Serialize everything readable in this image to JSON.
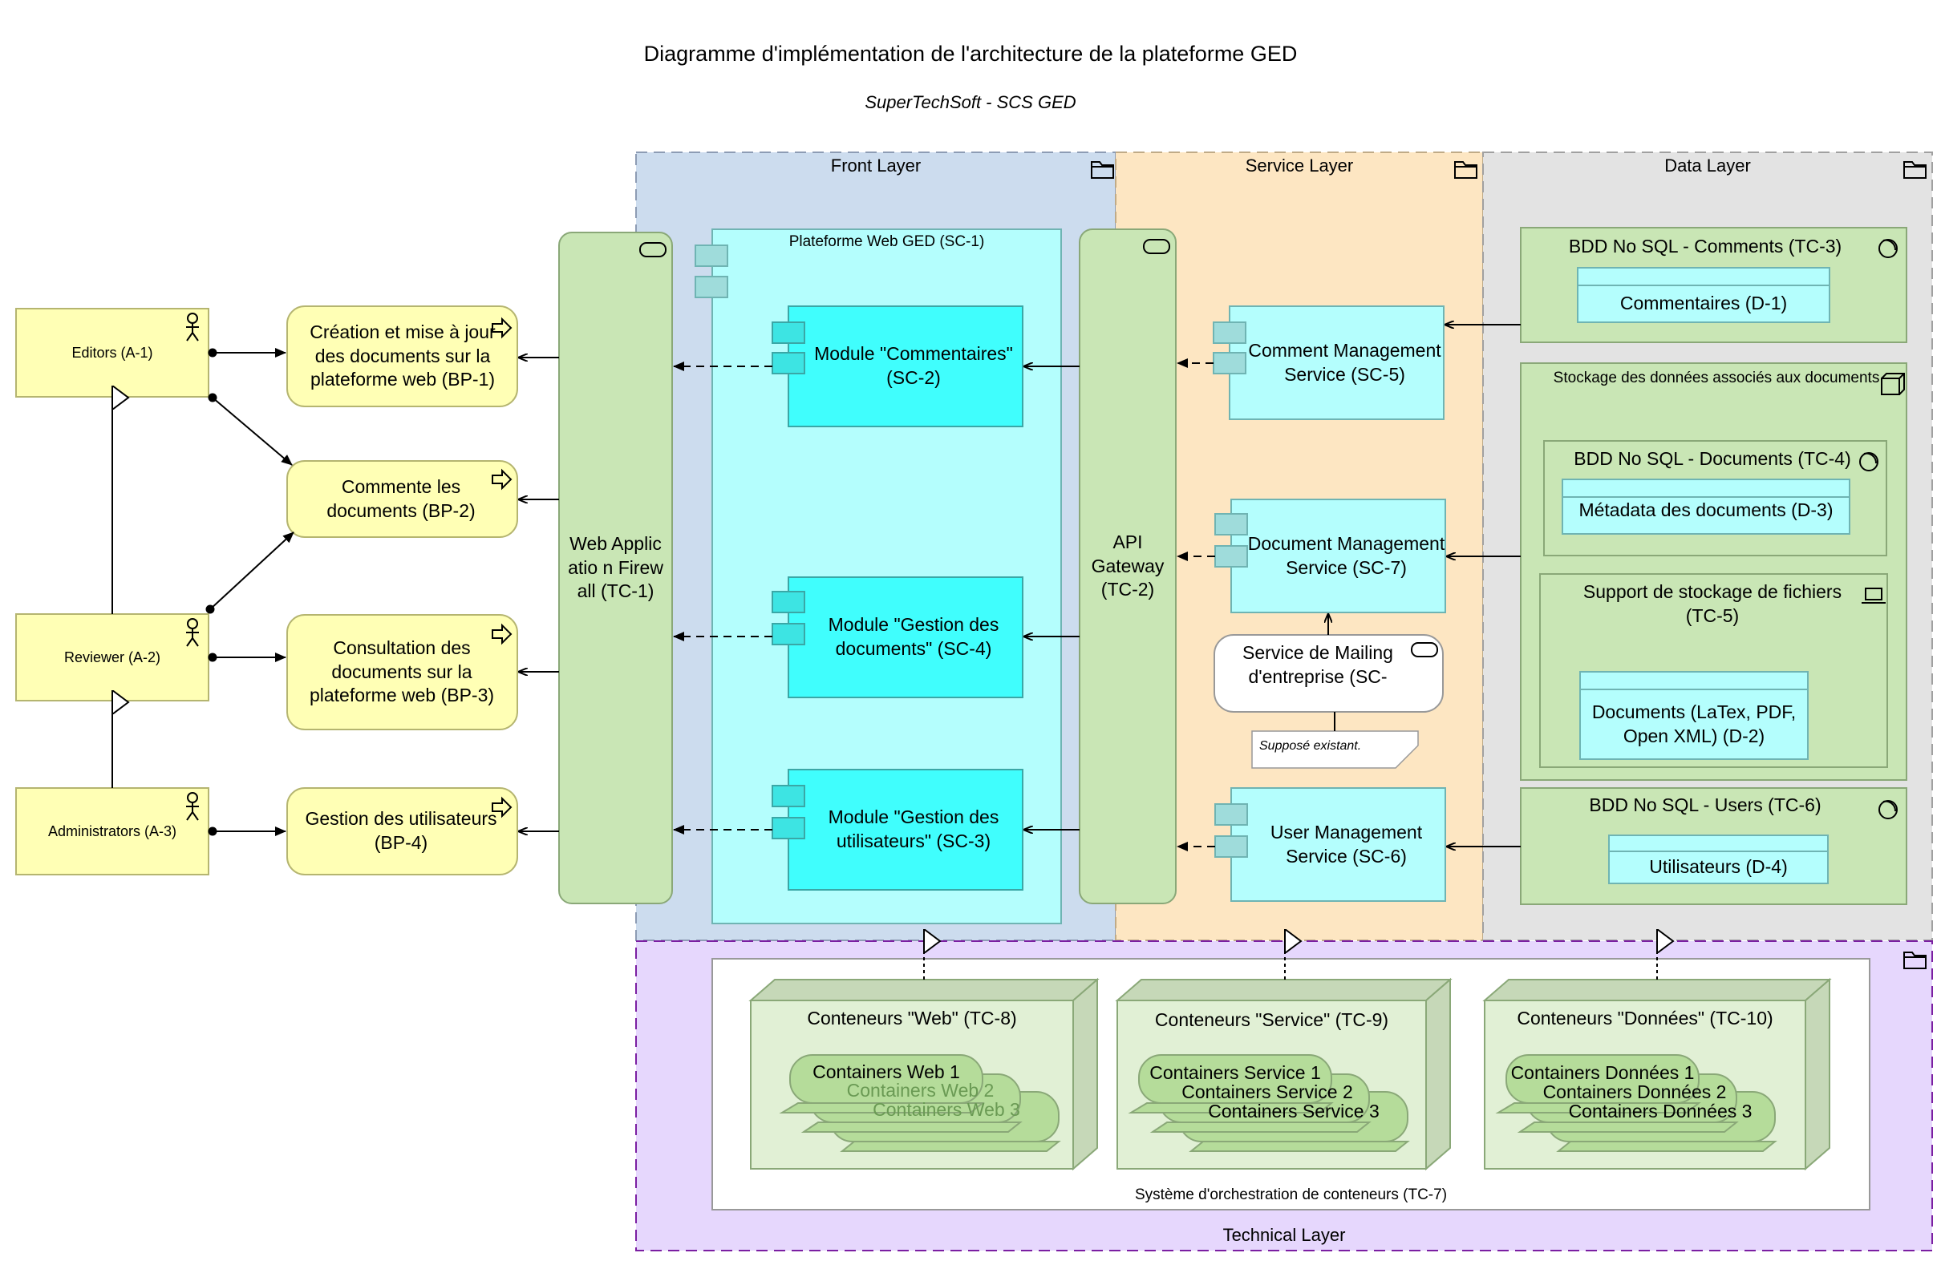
{
  "title": "Diagramme d'implémentation de l'architecture de la plateforme GED",
  "subtitle": "SuperTechSoft - SCS GED",
  "layers": {
    "front": "Front Layer",
    "service": "Service Layer",
    "data": "Data Layer",
    "technical": "Technical Layer"
  },
  "actors": {
    "editors": "Editors (A-1)",
    "reviewer": "Reviewer (A-2)",
    "administrators": "Administrators (A-3)"
  },
  "processes": {
    "bp1": "Création et mise à jour des documents sur la plateforme web (BP-1)",
    "bp2": "Commente les documents (BP-2)",
    "bp3": "Consultation des documents sur la plateforme web (BP-3)",
    "bp4": "Gestion des utilisateurs (BP-4)"
  },
  "front": {
    "waf": "Web Applicatio n Firewall (TC-1)",
    "platform": "Plateforme Web GED (SC-1)",
    "mod_comments": "Module \"Commentaires\" (SC-2)",
    "mod_documents": "Module \"Gestion des documents\" (SC-4)",
    "mod_users": "Module \"Gestion des utilisateurs\" (SC-3)"
  },
  "service": {
    "gateway": "API Gateway (TC-2)",
    "comment_svc": "Comment Management Service (SC-5)",
    "document_svc": "Document Management Service (SC-7)",
    "mailing": "Service de Mailing d'entreprise (SC-",
    "mailing_note": "Supposé existant.",
    "user_svc": "User Management Service (SC-6)"
  },
  "data": {
    "nosql_comments": "BDD No SQL - Comments (TC-3)",
    "comments": "Commentaires (D-1)",
    "storage_group": "Stockage des données associés aux documents",
    "nosql_documents": "BDD No SQL - Documents (TC-4)",
    "metadata": "Métadata des documents (D-3)",
    "file_storage": "Support de stockage de fichiers (TC-5)",
    "documents": "Documents (LaTex, PDF, Open XML) (D-2)",
    "nosql_users": "BDD No SQL - Users (TC-6)",
    "users": "Utilisateurs (D-4)"
  },
  "technical": {
    "orchestration": "Système d'orchestration de conteneurs (TC-7)",
    "web_nodes": "Conteneurs \"Web\" (TC-8)",
    "service_nodes": "Conteneurs \"Service\" (TC-9)",
    "data_nodes": "Conteneurs \"Données\" (TC-10)",
    "web_c1": "Containers Web 1",
    "web_c2": "Containers Web 2",
    "web_c3": "Containers Web 3",
    "svc_c1": "Containers Service 1",
    "svc_c2": "Containers Service 2",
    "svc_c3": "Containers Service 3",
    "data_c1": "Containers Données 1",
    "data_c2": "Containers Données 2",
    "data_c3": "Containers Données 3"
  },
  "colors": {
    "front_layer": "#ccdcee",
    "service_layer": "#fde6c2",
    "data_layer": "#e3e3e3",
    "technical_layer": "#e6d7fd",
    "business": "#ffffb5",
    "technology": "#c9e6b5",
    "application": "#b4fefd",
    "application_strong": "#40fefd"
  }
}
